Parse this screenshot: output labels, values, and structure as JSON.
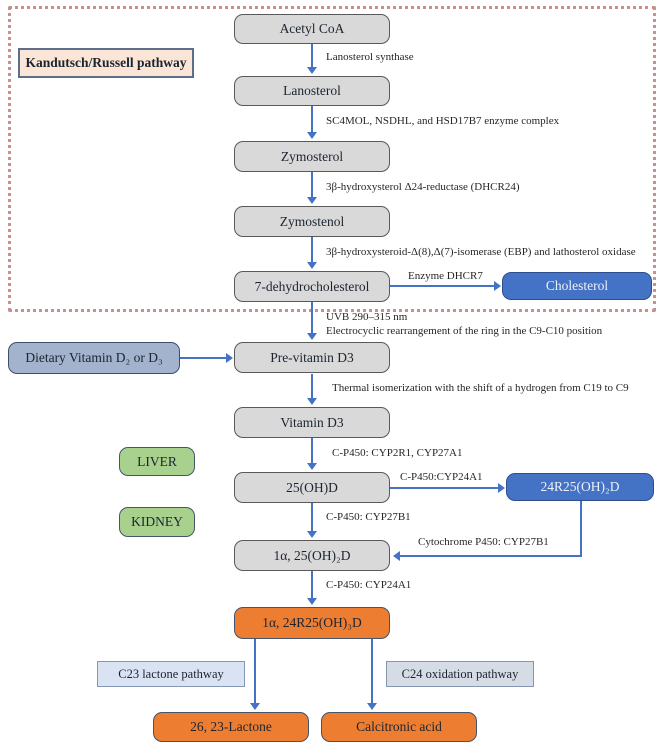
{
  "diagram": {
    "title_region": "Kandutsch/Russell pathway",
    "nodes": {
      "acetyl_coa": "Acetyl CoA",
      "lanosterol": "Lanosterol",
      "zymosterol": "Zymosterol",
      "zymostenol": "Zymostenol",
      "dehydrocholesterol": "7-dehydrocholesterol",
      "cholesterol": "Cholesterol",
      "dietary_vitamin": "Dietary Vitamin D₂ or D₃",
      "previtamin_d3": "Pre-vitamin D3",
      "vitamin_d3": "Vitamin D3",
      "liver": "LIVER",
      "kidney": "KIDNEY",
      "oh25d": "25(OH)D",
      "r24_25_oh2d": "24R25(OH)₂D",
      "a1_25_oh2d": "1α, 25(OH)₂D",
      "a1_24r25_oh3d": "1α, 24R25(OH)₃D",
      "lactone": "26, 23-Lactone",
      "calcitronic_acid": "Calcitronic acid",
      "c23_pathway": "C23 lactone pathway",
      "c24_pathway": "C24 oxidation pathway"
    },
    "edge_labels": {
      "lanosterol_synthase": "Lanosterol synthase",
      "enzyme_complex": "SC4MOL, NSDHL, and HSD17B7 enzyme complex",
      "dhcr24": "3β-hydroxysterol Δ24-reductase (DHCR24)",
      "ebp_oxidase": "3β-hydroxysteroid-Δ(8),Δ(7)-isomerase (EBP) and lathosterol oxidase",
      "enzyme_dhcr7": "Enzyme DHCR7",
      "uvb": "UVB 290–315 nm",
      "electrocyclic": "Electrocyclic rearrangement of the ring in the C9-C10 position",
      "thermal": "Thermal isomerization with the shift of a hydrogen from C19 to C9",
      "cyp2r1_cyp27a1": "C-P450: CYP2R1, CYP27A1",
      "cyp24a1_right": "C-P450:CYP24A1",
      "cyp27b1": "C-P450: CYP27B1",
      "cytochrome_cyp27b1": "Cytochrome P450: CYP27B1",
      "cyp24a1_down": "C-P450: CYP24A1"
    },
    "colors": {
      "arrow": "#4472c4",
      "gray_box": "#d9d9d9",
      "blue_box": "#4472c4",
      "steel_box": "#a3b3cd",
      "green_box": "#a9d18e",
      "orange_box": "#ed7d31",
      "peach_label": "#fbe5d6",
      "region_border": "#c9918b"
    }
  }
}
